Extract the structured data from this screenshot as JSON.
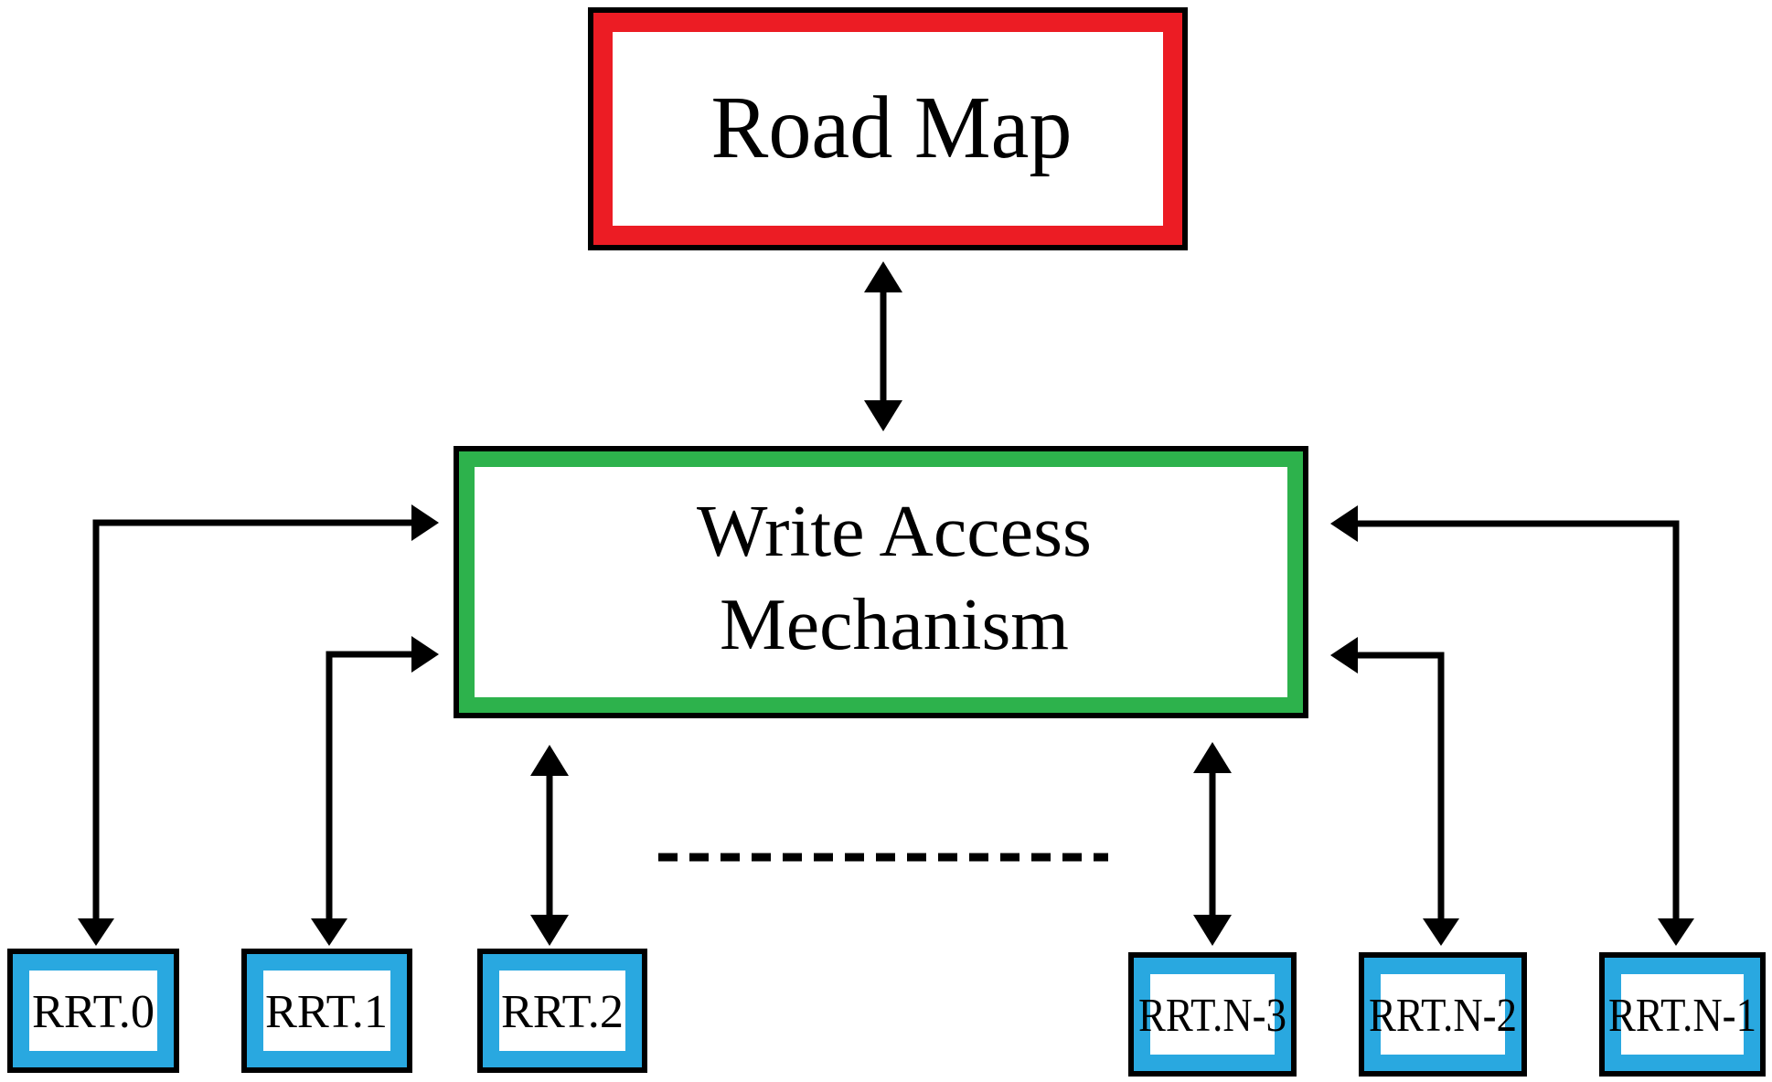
{
  "diagram": {
    "nodes": {
      "road_map": {
        "label": "Road Map"
      },
      "write_access": {
        "label_line1": "Write Access",
        "label_line2": "Mechanism"
      },
      "rrt": [
        {
          "label": "RRT.0"
        },
        {
          "label": "RRT.1"
        },
        {
          "label": "RRT.2"
        },
        {
          "label": "RRT.N-3"
        },
        {
          "label": "RRT.N-2"
        },
        {
          "label": "RRT.N-1"
        }
      ]
    },
    "edges": [
      {
        "from": "Road Map",
        "to": "Write Access Mechanism",
        "direction": "both"
      },
      {
        "from": "RRT.0",
        "to": "Write Access Mechanism",
        "direction": "both"
      },
      {
        "from": "RRT.1",
        "to": "Write Access Mechanism",
        "direction": "both"
      },
      {
        "from": "RRT.2",
        "to": "Write Access Mechanism",
        "direction": "both"
      },
      {
        "from": "RRT.N-3",
        "to": "Write Access Mechanism",
        "direction": "both"
      },
      {
        "from": "RRT.N-2",
        "to": "Write Access Mechanism",
        "direction": "both"
      },
      {
        "from": "RRT.N-1",
        "to": "Write Access Mechanism",
        "direction": "both"
      }
    ],
    "colors": {
      "red": "#EC1C24",
      "green": "#2DB24C",
      "blue": "#29A8E0",
      "line": "#000000"
    }
  }
}
